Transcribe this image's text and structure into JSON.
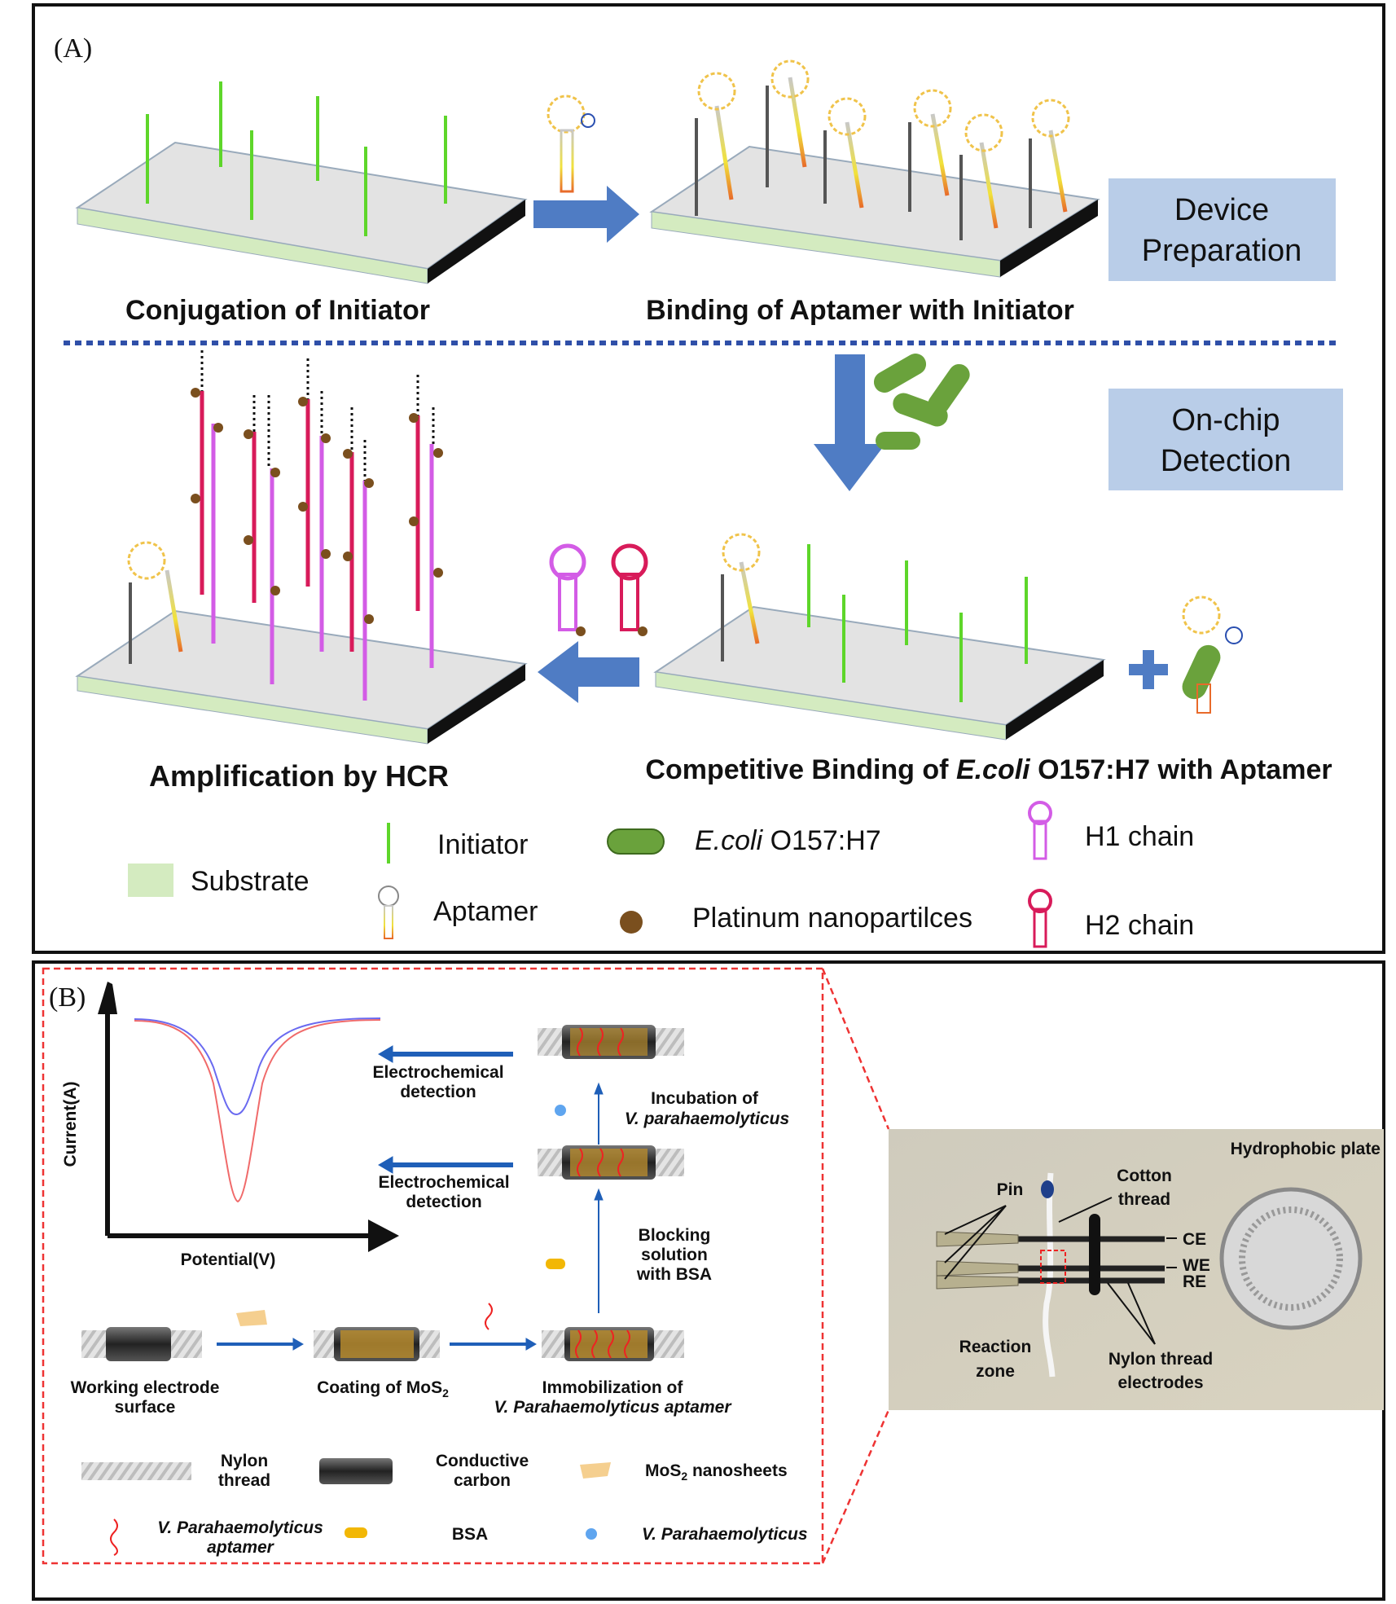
{
  "panel_a": {
    "label": "(A)",
    "steps": {
      "conjugation": "Conjugation of Initiator",
      "binding": "Binding of Aptamer with Initiator",
      "amplification": "Amplification by HCR",
      "competitive_prefix": "Competitive Binding of ",
      "competitive_species": "E.coli",
      "competitive_suffix": " O157:H7 with Aptamer"
    },
    "stage_boxes": {
      "device_line1": "Device",
      "device_line2": "Preparation",
      "onchip_line1": "On-chip",
      "onchip_line2": "Detection"
    },
    "legend": {
      "substrate": "Substrate",
      "initiator": "Initiator",
      "aptamer": "Aptamer",
      "ecoli_species": "E.coli",
      "ecoli_strain": " O157:H7",
      "platinum": "Platinum nanopartilces",
      "h1": "H1 chain",
      "h2": "H2 chain"
    },
    "colors": {
      "initiator": "#5ed62a",
      "substrate": "#d4ebc0",
      "ecoli": "#6aa23c",
      "platinum": "#7a4f1e",
      "h1": "#d35ce6",
      "h2": "#d81b5a",
      "arrow": "#4f7cc4",
      "stage_box": "#b9cde8"
    }
  },
  "panel_b": {
    "label": "(B)",
    "graph": {
      "ylabel": "Current(A)",
      "xlabel": "Potential(V)"
    },
    "steps": {
      "electrochem1_l1": "Electrochemical",
      "electrochem1_l2": "detection",
      "electrochem2_l1": "Electrochemical",
      "electrochem2_l2": "detection",
      "incubation_l1": "Incubation of",
      "incubation_l2": "V. parahaemolyticus",
      "blocking_l1": "Blocking",
      "blocking_l2": "solution",
      "blocking_l3": "with BSA",
      "working_l1": "Working electrode",
      "working_l2": "surface",
      "coating": "Coating of MoS",
      "coating_sub": "2",
      "immob_l1": "Immobilization of",
      "immob_l2": "V. Parahaemolyticus aptamer"
    },
    "legend": {
      "nylon_l1": "Nylon",
      "nylon_l2": "thread",
      "carbon_l1": "Conductive",
      "carbon_l2": "carbon",
      "mos2": "MoS",
      "mos2_sub": "2",
      "mos2_rest": " nanosheets",
      "aptamer_l1": "V. Parahaemolyticus",
      "aptamer_l2": "aptamer",
      "bsa": "BSA",
      "vp": "V. Parahaemolyticus"
    },
    "photo": {
      "hydrophobic": "Hydrophobic plate",
      "cotton_l1": "Cotton",
      "cotton_l2": "thread",
      "pin": "Pin",
      "ce": "CE",
      "we": "WE",
      "re": "RE",
      "reaction_l1": "Reaction",
      "reaction_l2": "zone",
      "nylon_l1": "Nylon thread",
      "nylon_l2": "electrodes"
    }
  }
}
